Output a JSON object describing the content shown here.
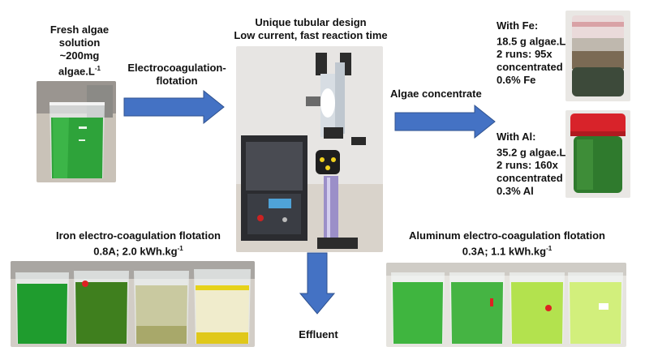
{
  "fresh": {
    "line1": "Fresh algae",
    "line2": "solution",
    "line3": "~200mg",
    "line4": "algae.L",
    "sup": "-1"
  },
  "process": {
    "line1": "Electrocoagulation-",
    "line2": "flotation"
  },
  "design": {
    "line1": "Unique tubular design",
    "line2": "Low current, fast reaction time"
  },
  "concentrate": {
    "label": "Algae concentrate"
  },
  "fe_result": {
    "line1": "With Fe:",
    "line2": "18.5 g algae.L",
    "sup": "-1",
    "line3": "2 runs: 95x",
    "line4": "concentrated",
    "line5": "0.6% Fe"
  },
  "al_result": {
    "line1": "With Al:",
    "line2": "35.2 g algae.L",
    "sup": "-1",
    "line3": "2 runs: 160x",
    "line4": "concentrated",
    "line5": "0.3% Al"
  },
  "iron_caption": {
    "line1": "Iron electro-coagulation flotation",
    "line2": "0.8A; 2.0 kWh.kg",
    "sup": "-1"
  },
  "al_caption": {
    "line1": "Aluminum electro-coagulation flotation",
    "line2": "0.3A; 1.1 kWh.kg",
    "sup": "-1"
  },
  "effluent": {
    "label": "Effluent"
  },
  "colors": {
    "arrow": "#4472c4",
    "algae_dark": "#1f8f2a",
    "algae_light": "#b9e35a",
    "fe_cap": "#e8d8d8",
    "al_cap": "#d8232a"
  }
}
